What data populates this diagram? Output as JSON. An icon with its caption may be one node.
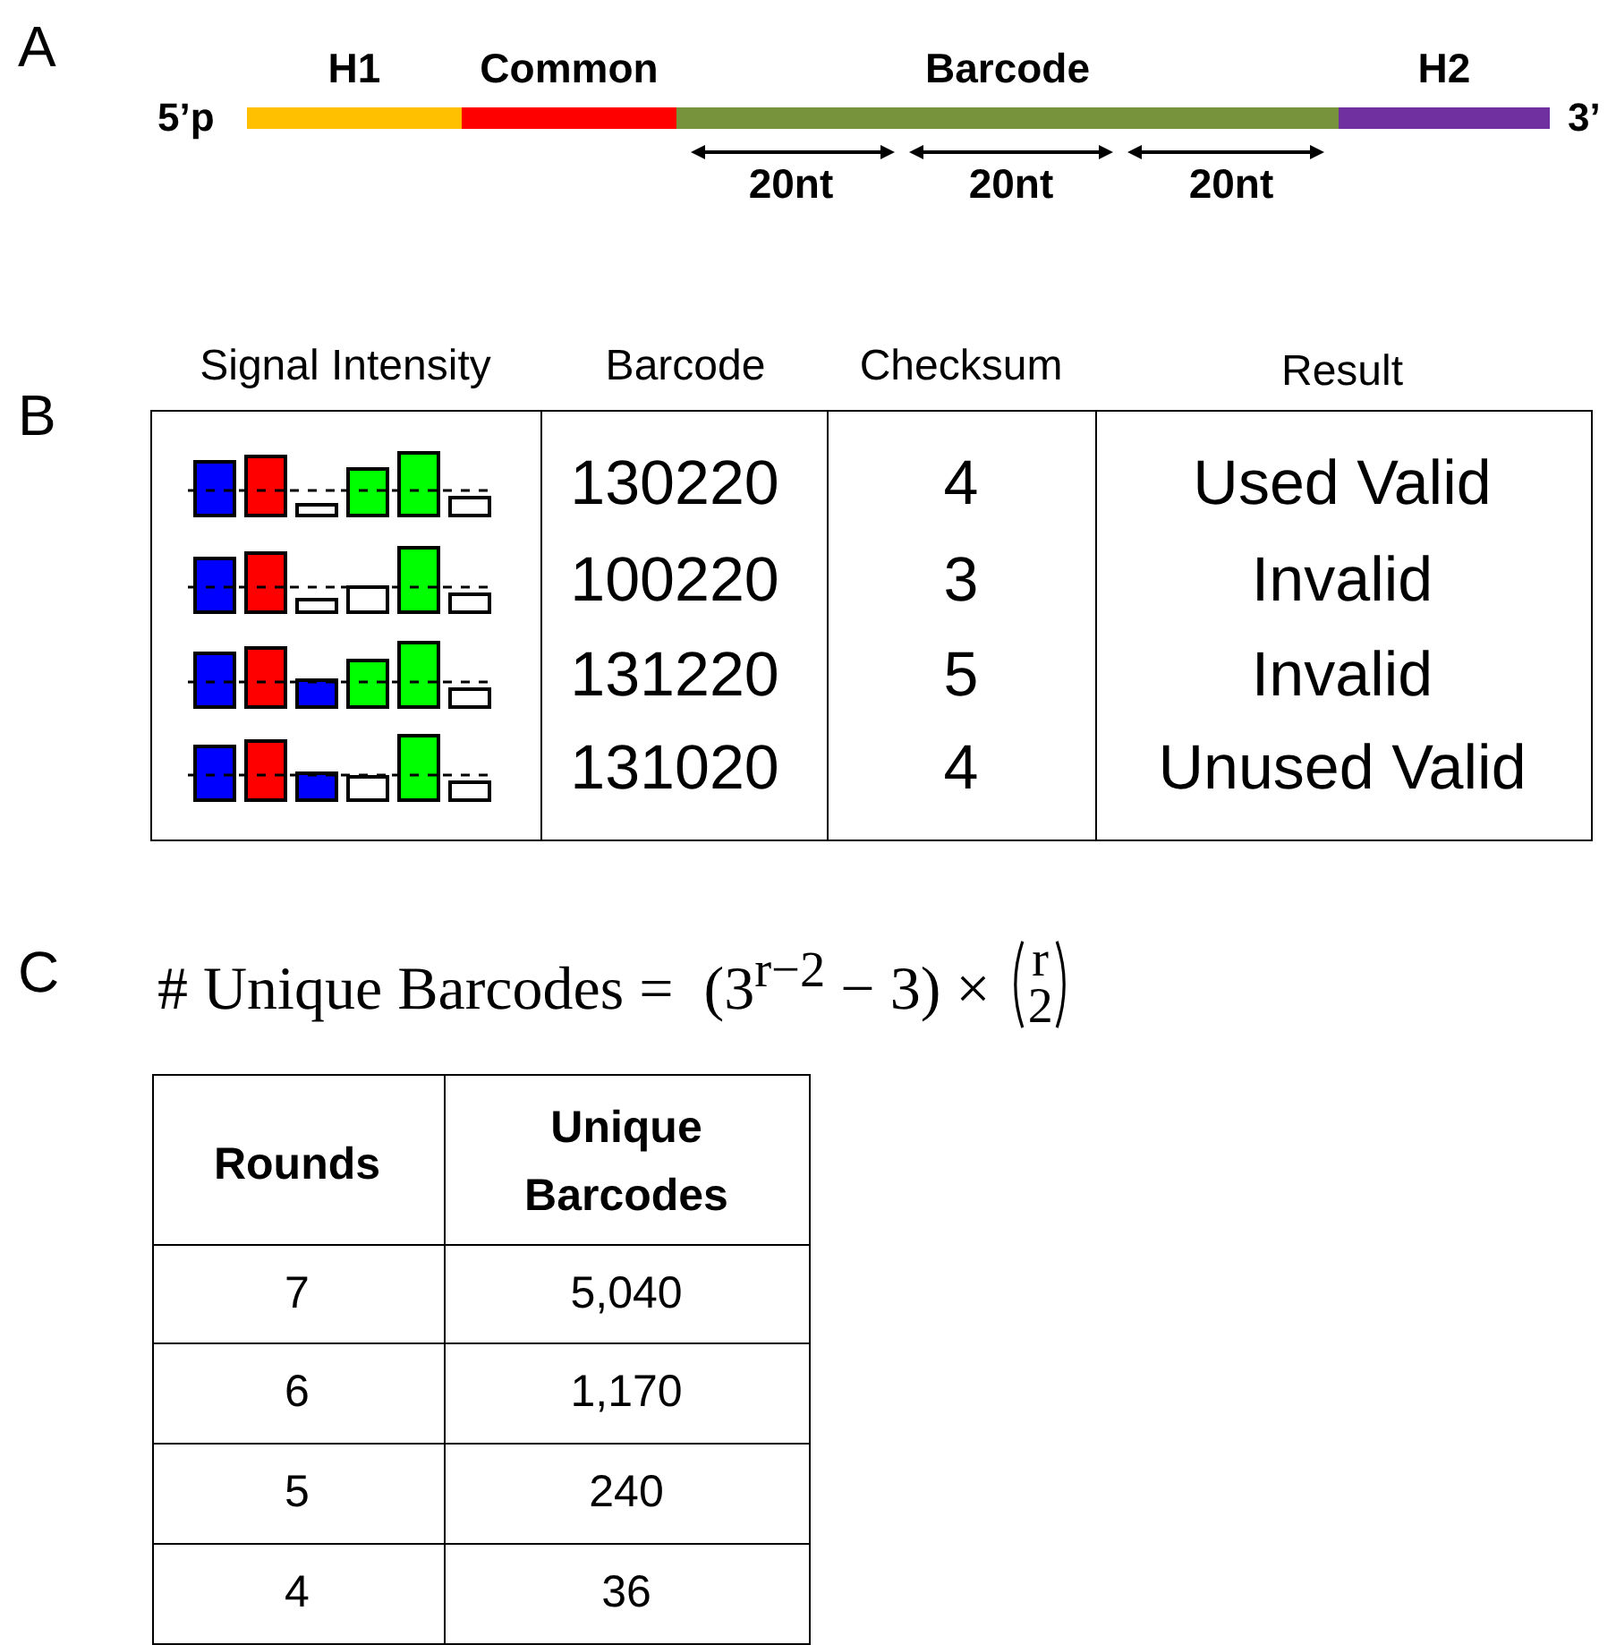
{
  "diagram": {
    "nodes": [
      {
        "text": [
          "H1"
        ]
      },
      {
        "text": [
          "Common"
        ]
      },
      {
        "text": [
          "Barcode"
        ]
      },
      {
        "text": [
          "H2"
        ]
      }
    ],
    "labels": [
      "A",
      "5’p",
      "3’",
      "20nt",
      "20nt",
      "20nt",
      "B",
      "Signal Intensity",
      "Barcode",
      "Checksum",
      "Result",
      "130220",
      "4",
      "Used Valid",
      "100220",
      "3",
      "Invalid",
      "131220",
      "5",
      "Invalid",
      "131020",
      "4",
      "Unused Valid",
      "C",
      "# Unique Barcodes =  (3$^{r−2}$ − 3) ×",
      "r",
      "2",
      "Rounds",
      "Unique Barcodes",
      "7",
      "5,040",
      "6",
      "1,170",
      "5",
      "240",
      "4",
      "36"
    ]
  }
}
